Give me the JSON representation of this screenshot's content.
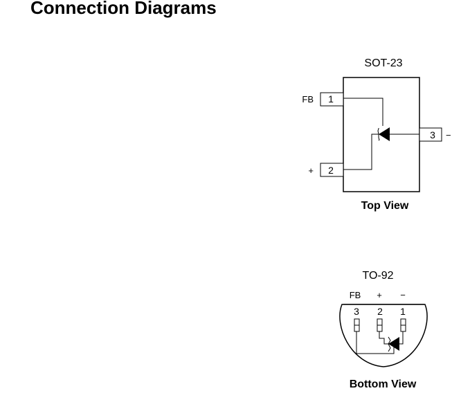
{
  "page": {
    "heading": "Connection Diagrams"
  },
  "sot23": {
    "package_label": "SOT-23",
    "view_label": "Top View",
    "pins": [
      {
        "number": "1",
        "signal": "FB"
      },
      {
        "number": "2",
        "signal": "+"
      },
      {
        "number": "3",
        "signal": "−"
      }
    ]
  },
  "to92": {
    "package_label": "TO-92",
    "view_label": "Bottom View",
    "pins": [
      {
        "number": "3",
        "signal": "FB"
      },
      {
        "number": "2",
        "signal": "+"
      },
      {
        "number": "1",
        "signal": "−"
      }
    ]
  }
}
